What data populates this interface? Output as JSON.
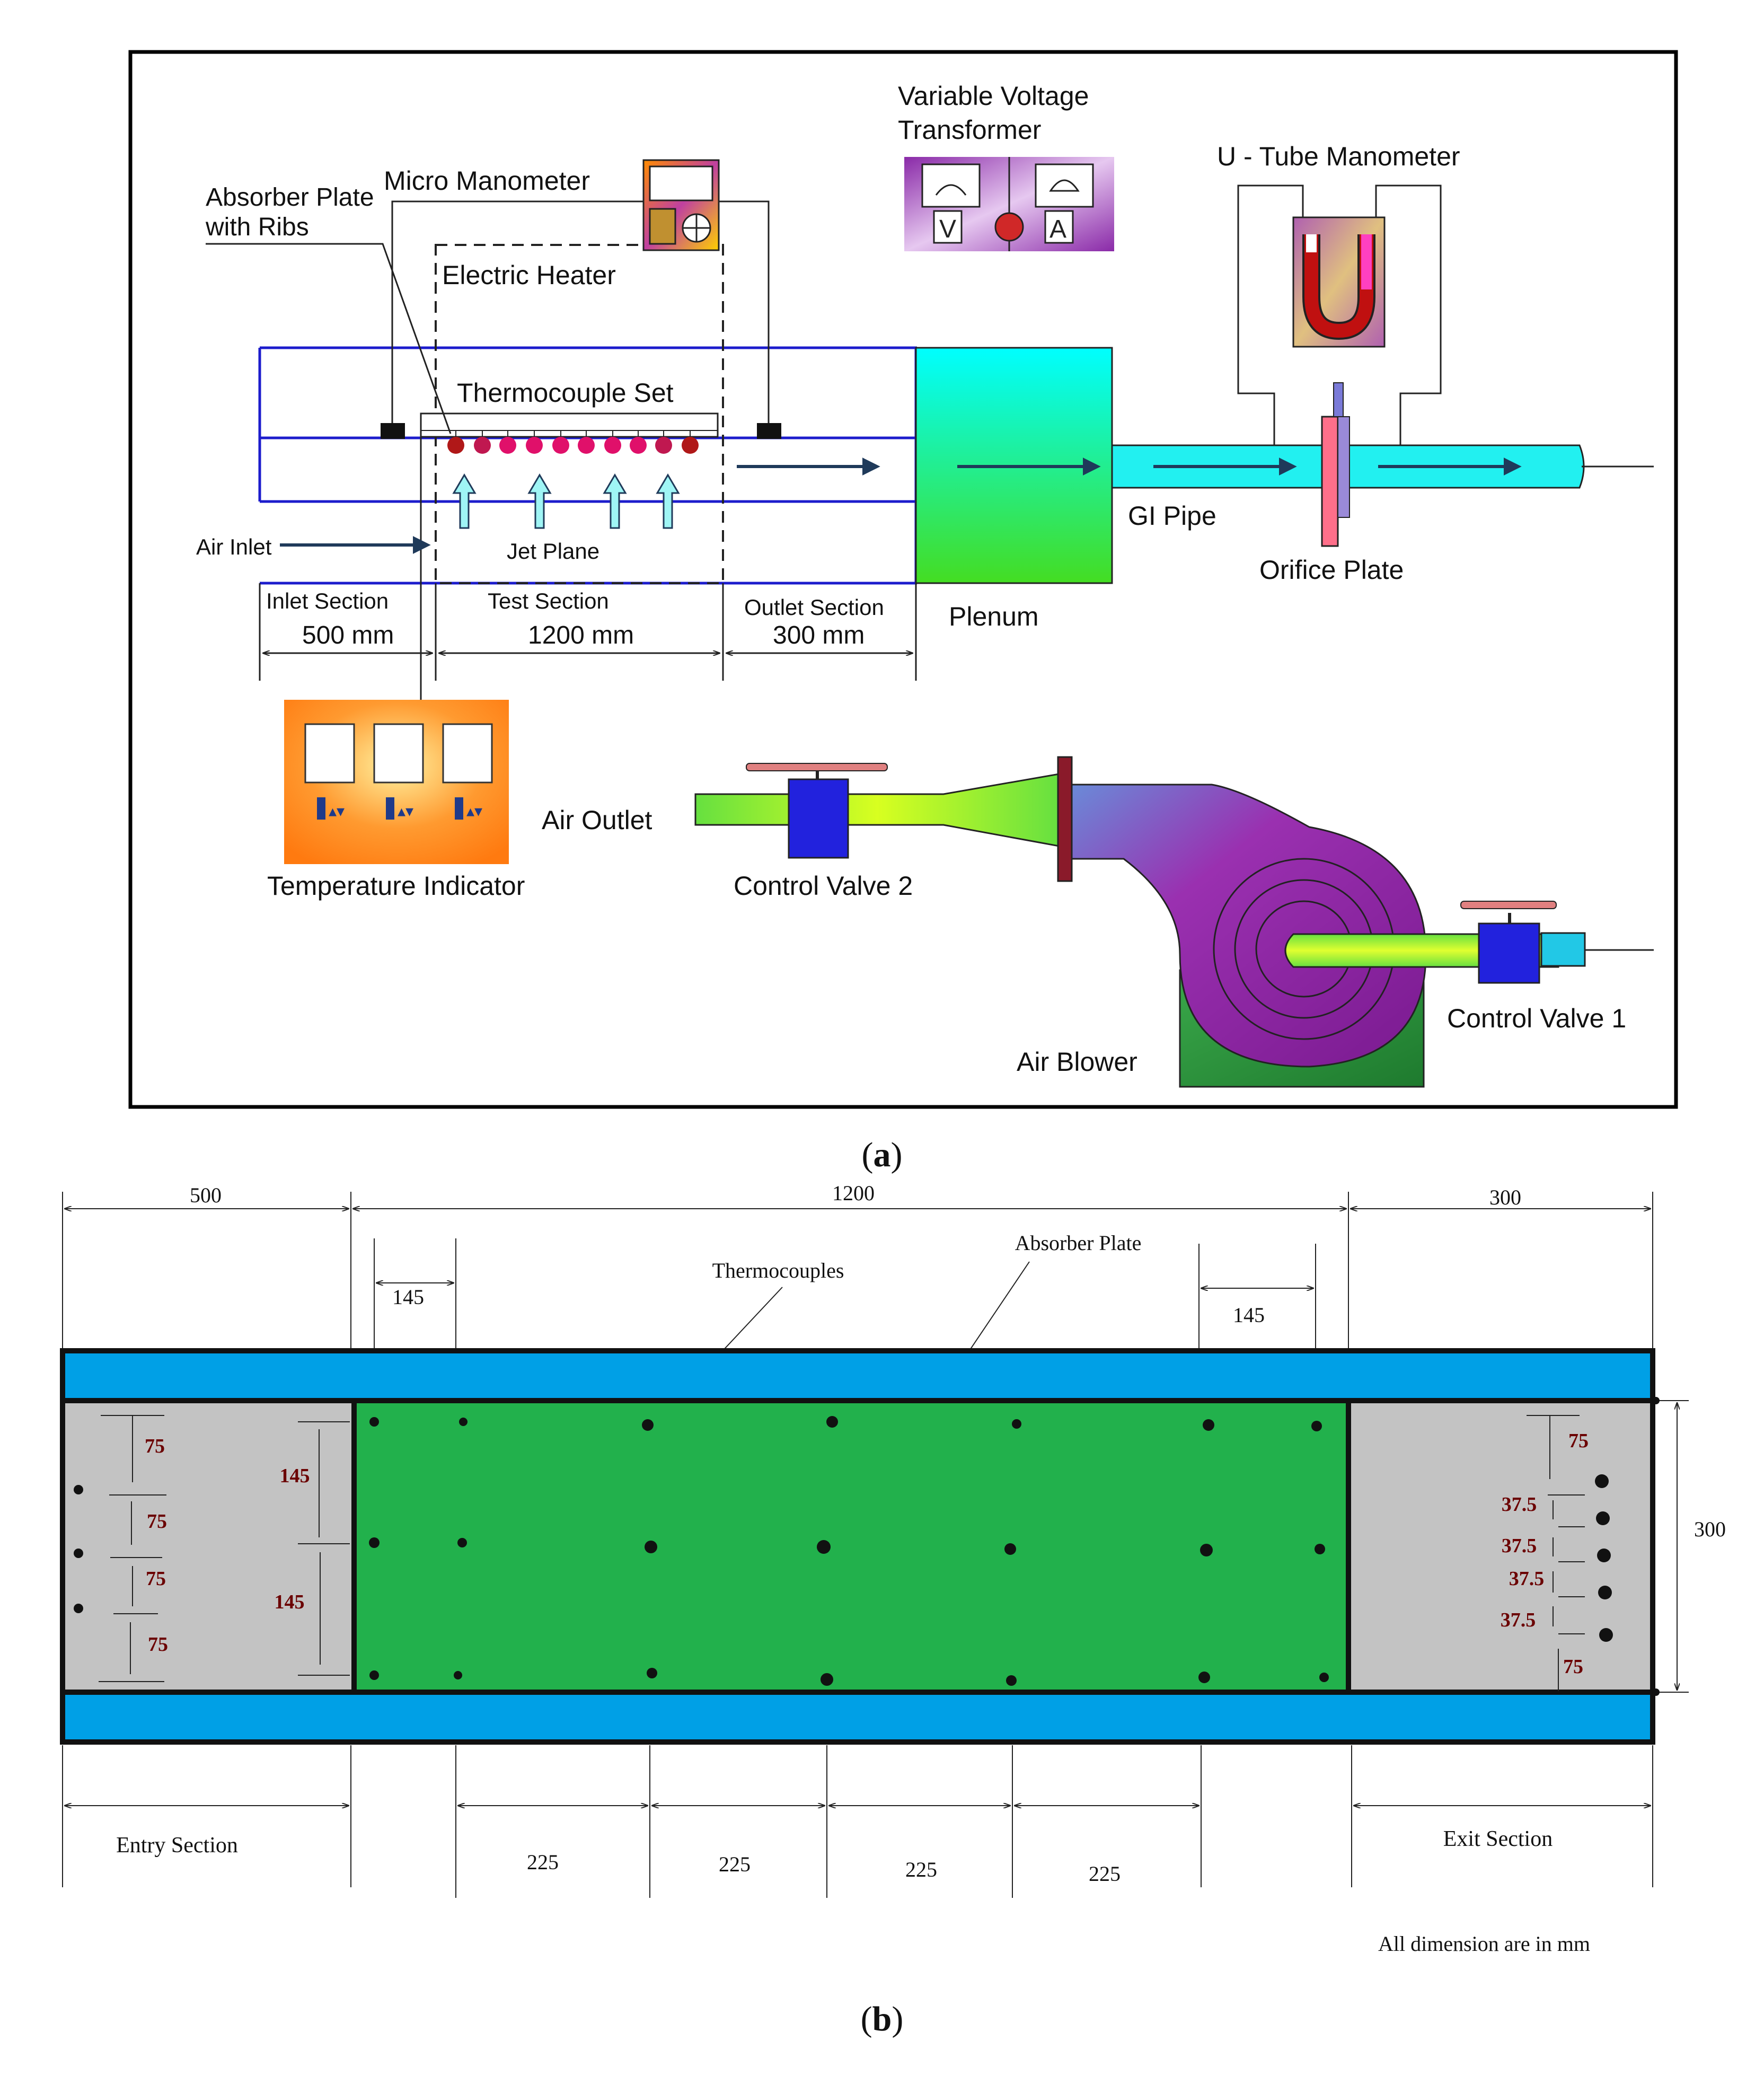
{
  "panel_a": {
    "caption_open": "(",
    "caption_letter": "a",
    "caption_close": ")",
    "labels": {
      "variable_voltage_line1": "Variable Voltage",
      "variable_voltage_line2": "Transformer",
      "micro_manometer": "Micro Manometer",
      "absorber_plate_line1": "Absorber Plate",
      "absorber_plate_line2": "with Ribs",
      "electric_heater": "Electric Heater",
      "u_tube_manometer": "U - Tube Manometer",
      "thermocouple_set": "Thermocouple Set",
      "jet_plane": "Jet Plane",
      "air_inlet": "Air Inlet",
      "inlet_section": "Inlet Section",
      "test_section": "Test Section",
      "outlet_section": "Outlet Section",
      "inlet_length": "500 mm",
      "test_length": "1200 mm",
      "outlet_length": "300 mm",
      "plenum": "Plenum",
      "gi_pipe": "GI Pipe",
      "orifice_plate": "Orifice Plate",
      "air_outlet": "Air Outlet",
      "control_valve_2": "Control Valve 2",
      "control_valve_1": "Control Valve 1",
      "temperature_indicator": "Temperature Indicator",
      "air_blower": "Air Blower",
      "voltmeter_letter": "V",
      "ammeter_letter": "A"
    },
    "colors": {
      "duct_outline": "#1c1ccc",
      "plenum_top": "#00ffff",
      "plenum_bottom": "#44dd22",
      "pipe": "#22f0f0",
      "thermocouple_dot": "#e0106a",
      "jet_arrow": "#9ff5f5",
      "temp_indicator": "#ff8a1a",
      "valve_body": "#2222dd",
      "blower": "#8a1fa0",
      "blower_base": "#2e9a3c",
      "flange": "#ff6f8a"
    }
  },
  "panel_b": {
    "caption_open": "(",
    "caption_letter": "b",
    "caption_close": ")",
    "top_dims": {
      "entry": "500",
      "test": "1200",
      "exit": "300"
    },
    "rib_offsets": [
      "145",
      "145"
    ],
    "callouts": {
      "thermocouples": "Thermocouples",
      "absorber_plate": "Absorber Plate"
    },
    "left_spacing": [
      "75",
      "75",
      "75",
      "75"
    ],
    "left_tc_spacing": [
      "145",
      "145"
    ],
    "right_spacing_top": "75",
    "right_spacing_mid": [
      "37.5",
      "37.5",
      "37.5",
      "37.5"
    ],
    "right_spacing_bottom": "75",
    "height_dim": "300",
    "bottom_spacing": [
      "225",
      "225",
      "225",
      "225"
    ],
    "entry_section": "Entry Section",
    "exit_section": "Exit Section",
    "note": "All dimension are in mm",
    "colors": {
      "duct_wall": "#00a0e6",
      "absorber_plate": "#22b14c",
      "side_section": "#c3c3c3",
      "dim_text": "#6b0000"
    }
  }
}
